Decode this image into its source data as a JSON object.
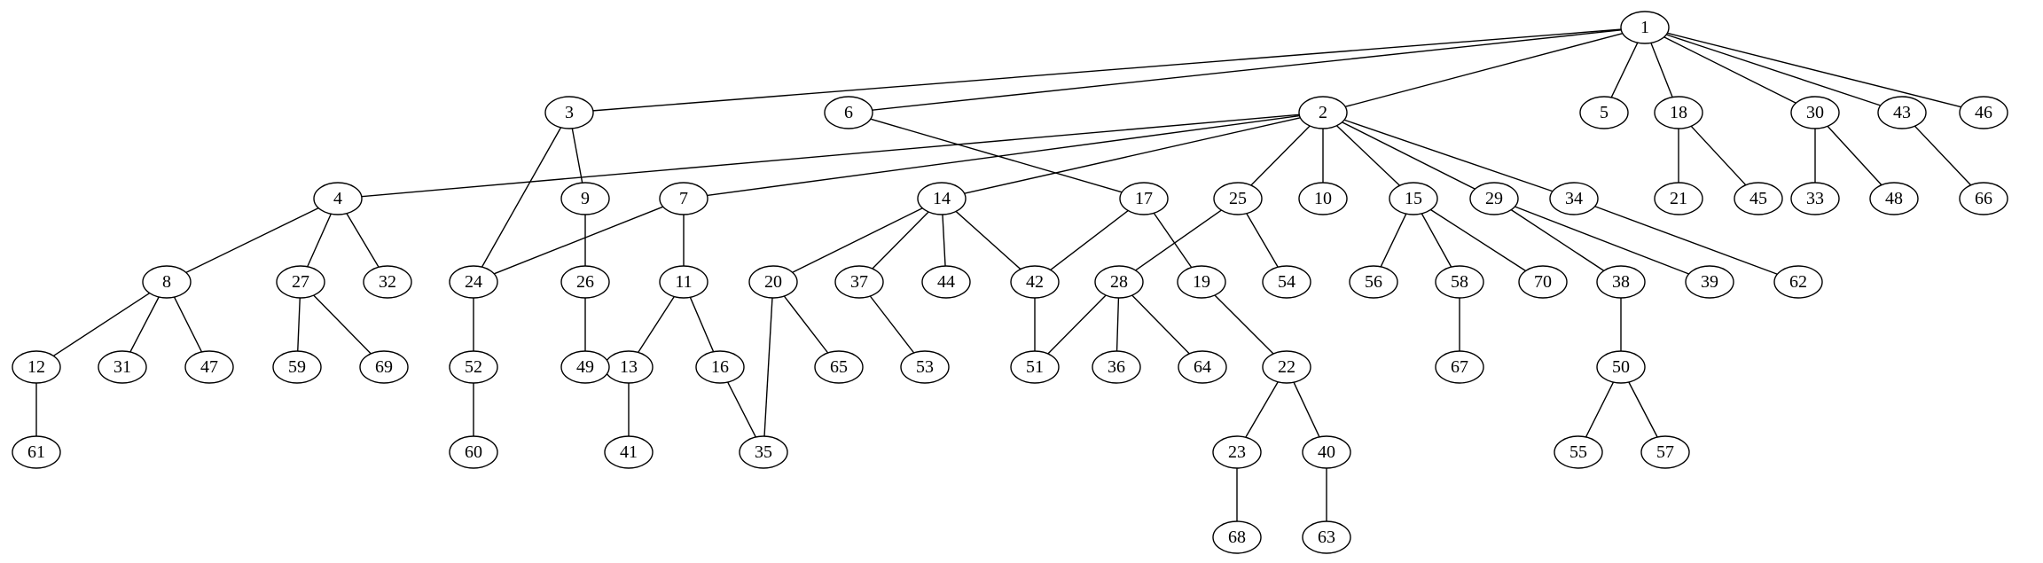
{
  "graph": {
    "nodes": [
      "1",
      "2",
      "3",
      "4",
      "5",
      "6",
      "7",
      "8",
      "9",
      "10",
      "11",
      "12",
      "13",
      "14",
      "15",
      "16",
      "17",
      "18",
      "19",
      "20",
      "21",
      "22",
      "23",
      "24",
      "25",
      "26",
      "27",
      "28",
      "29",
      "30",
      "31",
      "32",
      "33",
      "34",
      "35",
      "36",
      "37",
      "38",
      "39",
      "40",
      "41",
      "42",
      "43",
      "44",
      "45",
      "46",
      "47",
      "48",
      "49",
      "50",
      "51",
      "52",
      "53",
      "54",
      "55",
      "56",
      "57",
      "58",
      "59",
      "60",
      "61",
      "62",
      "63",
      "64",
      "65",
      "66",
      "67",
      "68",
      "69",
      "70"
    ],
    "edges": [
      [
        "1",
        "3"
      ],
      [
        "1",
        "6"
      ],
      [
        "1",
        "2"
      ],
      [
        "1",
        "5"
      ],
      [
        "1",
        "18"
      ],
      [
        "1",
        "30"
      ],
      [
        "1",
        "43"
      ],
      [
        "1",
        "46"
      ],
      [
        "3",
        "9"
      ],
      [
        "3",
        "24"
      ],
      [
        "6",
        "17"
      ],
      [
        "2",
        "4"
      ],
      [
        "2",
        "7"
      ],
      [
        "2",
        "14"
      ],
      [
        "2",
        "25"
      ],
      [
        "2",
        "10"
      ],
      [
        "2",
        "15"
      ],
      [
        "2",
        "29"
      ],
      [
        "2",
        "34"
      ],
      [
        "18",
        "21"
      ],
      [
        "18",
        "45"
      ],
      [
        "30",
        "33"
      ],
      [
        "30",
        "48"
      ],
      [
        "43",
        "66"
      ],
      [
        "4",
        "8"
      ],
      [
        "4",
        "27"
      ],
      [
        "4",
        "32"
      ],
      [
        "9",
        "26"
      ],
      [
        "7",
        "24"
      ],
      [
        "7",
        "11"
      ],
      [
        "14",
        "20"
      ],
      [
        "14",
        "37"
      ],
      [
        "14",
        "44"
      ],
      [
        "14",
        "42"
      ],
      [
        "17",
        "42"
      ],
      [
        "17",
        "19"
      ],
      [
        "25",
        "28"
      ],
      [
        "25",
        "54"
      ],
      [
        "15",
        "56"
      ],
      [
        "15",
        "58"
      ],
      [
        "15",
        "70"
      ],
      [
        "29",
        "38"
      ],
      [
        "29",
        "39"
      ],
      [
        "34",
        "62"
      ],
      [
        "8",
        "12"
      ],
      [
        "8",
        "31"
      ],
      [
        "8",
        "47"
      ],
      [
        "27",
        "59"
      ],
      [
        "27",
        "69"
      ],
      [
        "24",
        "52"
      ],
      [
        "26",
        "49"
      ],
      [
        "11",
        "13"
      ],
      [
        "11",
        "16"
      ],
      [
        "20",
        "35"
      ],
      [
        "20",
        "65"
      ],
      [
        "37",
        "53"
      ],
      [
        "42",
        "51"
      ],
      [
        "28",
        "51"
      ],
      [
        "28",
        "36"
      ],
      [
        "28",
        "64"
      ],
      [
        "19",
        "22"
      ],
      [
        "58",
        "67"
      ],
      [
        "38",
        "50"
      ],
      [
        "12",
        "61"
      ],
      [
        "52",
        "60"
      ],
      [
        "13",
        "41"
      ],
      [
        "16",
        "35"
      ],
      [
        "22",
        "23"
      ],
      [
        "22",
        "40"
      ],
      [
        "50",
        "55"
      ],
      [
        "50",
        "57"
      ],
      [
        "23",
        "68"
      ],
      [
        "40",
        "63"
      ]
    ]
  }
}
